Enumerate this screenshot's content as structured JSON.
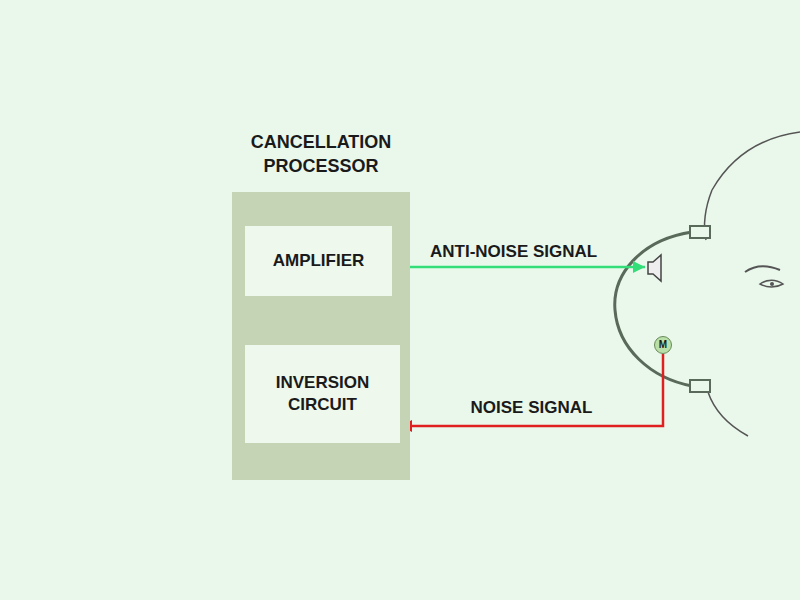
{
  "diagram": {
    "nodes": [
      {
        "text": [
          "CANCELLATION PROCESSOR"
        ]
      },
      {
        "text": [
          "AMPLIFIER"
        ],
        "in": 0
      },
      {
        "text": [
          "INVERSION CIRCUIT"
        ],
        "in": 0
      },
      {
        "text": [
          "M"
        ]
      }
    ],
    "edges": [
      {
        "from": 2,
        "to": 1,
        "arrow": "to"
      },
      {
        "from": 3,
        "to": 2,
        "label": "NOISE SIGNAL",
        "arrow": "to"
      }
    ],
    "labels": [
      "ANTI-NOISE SIGNAL"
    ]
  }
}
